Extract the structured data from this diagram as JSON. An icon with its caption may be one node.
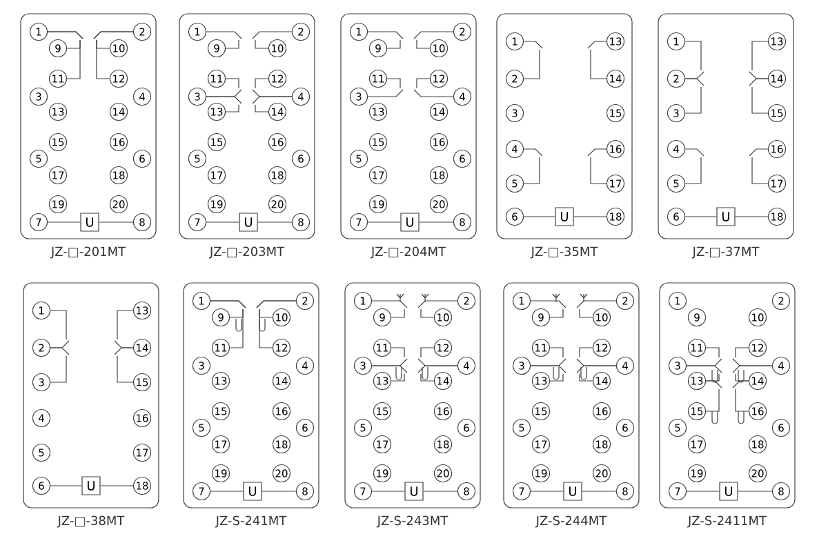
{
  "diagram": {
    "nodes": [
      {
        "text": [
          "JZ-□-201MT"
        ]
      },
      {
        "text": [
          "1"
        ],
        "in": 0
      },
      {
        "text": [
          "2"
        ],
        "in": 0
      },
      {
        "text": [
          "9"
        ],
        "in": 0
      },
      {
        "text": [
          "10"
        ],
        "in": 0
      },
      {
        "text": [
          "11"
        ],
        "in": 0
      },
      {
        "text": [
          "12"
        ],
        "in": 0
      },
      {
        "text": [
          "3"
        ],
        "in": 0
      },
      {
        "text": [
          "4"
        ],
        "in": 0
      },
      {
        "text": [
          "13"
        ],
        "in": 0
      },
      {
        "text": [
          "14"
        ],
        "in": 0
      },
      {
        "text": [
          "15"
        ],
        "in": 0
      },
      {
        "text": [
          "16"
        ],
        "in": 0
      },
      {
        "text": [
          "5"
        ],
        "in": 0
      },
      {
        "text": [
          "6"
        ],
        "in": 0
      },
      {
        "text": [
          "17"
        ],
        "in": 0
      },
      {
        "text": [
          "18"
        ],
        "in": 0
      },
      {
        "text": [
          "19"
        ],
        "in": 0
      },
      {
        "text": [
          "20"
        ],
        "in": 0
      },
      {
        "text": [
          "7"
        ],
        "in": 0
      },
      {
        "text": [
          "U"
        ],
        "in": 0
      },
      {
        "text": [
          "8"
        ],
        "in": 0
      },
      {
        "text": [
          "JZ-□-203MT"
        ]
      },
      {
        "text": [
          "1"
        ],
        "in": 22
      },
      {
        "text": [
          "2"
        ],
        "in": 22
      },
      {
        "text": [
          "9"
        ],
        "in": 22
      },
      {
        "text": [
          "10"
        ],
        "in": 22
      },
      {
        "text": [
          "11"
        ],
        "in": 22
      },
      {
        "text": [
          "12"
        ],
        "in": 22
      },
      {
        "text": [
          "3"
        ],
        "in": 22
      },
      {
        "text": [
          "4"
        ],
        "in": 22
      },
      {
        "text": [
          "13"
        ],
        "in": 22
      },
      {
        "text": [
          "14"
        ],
        "in": 22
      },
      {
        "text": [
          "15"
        ],
        "in": 22
      },
      {
        "text": [
          "16"
        ],
        "in": 22
      },
      {
        "text": [
          "5"
        ],
        "in": 22
      },
      {
        "text": [
          "6"
        ],
        "in": 22
      },
      {
        "text": [
          "17"
        ],
        "in": 22
      },
      {
        "text": [
          "18"
        ],
        "in": 22
      },
      {
        "text": [
          "19"
        ],
        "in": 22
      },
      {
        "text": [
          "20"
        ],
        "in": 22
      },
      {
        "text": [
          "7"
        ],
        "in": 22
      },
      {
        "text": [
          "U"
        ],
        "in": 22
      },
      {
        "text": [
          "8"
        ],
        "in": 22
      },
      {
        "text": [
          "JZ-□-204MT"
        ]
      },
      {
        "text": [
          "1"
        ],
        "in": 44
      },
      {
        "text": [
          "2"
        ],
        "in": 44
      },
      {
        "text": [
          "9"
        ],
        "in": 44
      },
      {
        "text": [
          "10"
        ],
        "in": 44
      },
      {
        "text": [
          "11"
        ],
        "in": 44
      },
      {
        "text": [
          "12"
        ],
        "in": 44
      },
      {
        "text": [
          "3"
        ],
        "in": 44
      },
      {
        "text": [
          "4"
        ],
        "in": 44
      },
      {
        "text": [
          "13"
        ],
        "in": 44
      },
      {
        "text": [
          "14"
        ],
        "in": 44
      },
      {
        "text": [
          "15"
        ],
        "in": 44
      },
      {
        "text": [
          "16"
        ],
        "in": 44
      },
      {
        "text": [
          "5"
        ],
        "in": 44
      },
      {
        "text": [
          "6"
        ],
        "in": 44
      },
      {
        "text": [
          "17"
        ],
        "in": 44
      },
      {
        "text": [
          "18"
        ],
        "in": 44
      },
      {
        "text": [
          "19"
        ],
        "in": 44
      },
      {
        "text": [
          "20"
        ],
        "in": 44
      },
      {
        "text": [
          "7"
        ],
        "in": 44
      },
      {
        "text": [
          "U"
        ],
        "in": 44
      },
      {
        "text": [
          "8"
        ],
        "in": 44
      },
      {
        "text": [
          "JZ-□-35MT"
        ]
      },
      {
        "text": [
          "1"
        ],
        "in": 66
      },
      {
        "text": [
          "13"
        ],
        "in": 66
      },
      {
        "text": [
          "2"
        ],
        "in": 66
      },
      {
        "text": [
          "14"
        ],
        "in": 66
      },
      {
        "text": [
          "3"
        ],
        "in": 66
      },
      {
        "text": [
          "15"
        ],
        "in": 66
      },
      {
        "text": [
          "4"
        ],
        "in": 66
      },
      {
        "text": [
          "16"
        ],
        "in": 66
      },
      {
        "text": [
          "5"
        ],
        "in": 66
      },
      {
        "text": [
          "17"
        ],
        "in": 66
      },
      {
        "text": [
          "6"
        ],
        "in": 66
      },
      {
        "text": [
          "U"
        ],
        "in": 66
      },
      {
        "text": [
          "18"
        ],
        "in": 66
      },
      {
        "text": [
          "JZ-□-37MT"
        ]
      },
      {
        "text": [
          "1"
        ],
        "in": 80
      },
      {
        "text": [
          "13"
        ],
        "in": 80
      },
      {
        "text": [
          "2"
        ],
        "in": 80
      },
      {
        "text": [
          "14"
        ],
        "in": 80
      },
      {
        "text": [
          "3"
        ],
        "in": 80
      },
      {
        "text": [
          "15"
        ],
        "in": 80
      },
      {
        "text": [
          "4"
        ],
        "in": 80
      },
      {
        "text": [
          "16"
        ],
        "in": 80
      },
      {
        "text": [
          "5"
        ],
        "in": 80
      },
      {
        "text": [
          "17"
        ],
        "in": 80
      },
      {
        "text": [
          "6"
        ],
        "in": 80
      },
      {
        "text": [
          "U"
        ],
        "in": 80
      },
      {
        "text": [
          "18"
        ],
        "in": 80
      },
      {
        "text": [
          "JZ-□-38MT"
        ]
      },
      {
        "text": [
          "1"
        ],
        "in": 94
      },
      {
        "text": [
          "13"
        ],
        "in": 94
      },
      {
        "text": [
          "2"
        ],
        "in": 94
      },
      {
        "text": [
          "14"
        ],
        "in": 94
      },
      {
        "text": [
          "3"
        ],
        "in": 94
      },
      {
        "text": [
          "15"
        ],
        "in": 94
      },
      {
        "text": [
          "4"
        ],
        "in": 94
      },
      {
        "text": [
          "16"
        ],
        "in": 94
      },
      {
        "text": [
          "5"
        ],
        "in": 94
      },
      {
        "text": [
          "17"
        ],
        "in": 94
      },
      {
        "text": [
          "6"
        ],
        "in": 94
      },
      {
        "text": [
          "U"
        ],
        "in": 94
      },
      {
        "text": [
          "18"
        ],
        "in": 94
      },
      {
        "text": [
          "JZ-S-241MT"
        ]
      },
      {
        "text": [
          "1"
        ],
        "in": 108
      },
      {
        "text": [
          "2"
        ],
        "in": 108
      },
      {
        "text": [
          "9"
        ],
        "in": 108
      },
      {
        "text": [
          "10"
        ],
        "in": 108
      },
      {
        "text": [
          "11"
        ],
        "in": 108
      },
      {
        "text": [
          "12"
        ],
        "in": 108
      },
      {
        "text": [
          "3"
        ],
        "in": 108
      },
      {
        "text": [
          "4"
        ],
        "in": 108
      },
      {
        "text": [
          "13"
        ],
        "in": 108
      },
      {
        "text": [
          "14"
        ],
        "in": 108
      },
      {
        "text": [
          "15"
        ],
        "in": 108
      },
      {
        "text": [
          "16"
        ],
        "in": 108
      },
      {
        "text": [
          "5"
        ],
        "in": 108
      },
      {
        "text": [
          "6"
        ],
        "in": 108
      },
      {
        "text": [
          "17"
        ],
        "in": 108
      },
      {
        "text": [
          "18"
        ],
        "in": 108
      },
      {
        "text": [
          "19"
        ],
        "in": 108
      },
      {
        "text": [
          "20"
        ],
        "in": 108
      },
      {
        "text": [
          "7"
        ],
        "in": 108
      },
      {
        "text": [
          "U"
        ],
        "in": 108
      },
      {
        "text": [
          "8"
        ],
        "in": 108
      },
      {
        "text": [
          "JZ-S-243MT"
        ]
      },
      {
        "text": [
          "1"
        ],
        "in": 130
      },
      {
        "text": [
          "2"
        ],
        "in": 130
      },
      {
        "text": [
          "9"
        ],
        "in": 130
      },
      {
        "text": [
          "10"
        ],
        "in": 130
      },
      {
        "text": [
          "11"
        ],
        "in": 130
      },
      {
        "text": [
          "12"
        ],
        "in": 130
      },
      {
        "text": [
          "3"
        ],
        "in": 130
      },
      {
        "text": [
          "4"
        ],
        "in": 130
      },
      {
        "text": [
          "13"
        ],
        "in": 130
      },
      {
        "text": [
          "14"
        ],
        "in": 130
      },
      {
        "text": [
          "15"
        ],
        "in": 130
      },
      {
        "text": [
          "16"
        ],
        "in": 130
      },
      {
        "text": [
          "5"
        ],
        "in": 130
      },
      {
        "text": [
          "6"
        ],
        "in": 130
      },
      {
        "text": [
          "17"
        ],
        "in": 130
      },
      {
        "text": [
          "18"
        ],
        "in": 130
      },
      {
        "text": [
          "19"
        ],
        "in": 130
      },
      {
        "text": [
          "20"
        ],
        "in": 130
      },
      {
        "text": [
          "7"
        ],
        "in": 130
      },
      {
        "text": [
          "U"
        ],
        "in": 130
      },
      {
        "text": [
          "8"
        ],
        "in": 130
      },
      {
        "text": [
          "JZ-S-244MT"
        ]
      },
      {
        "text": [
          "1"
        ],
        "in": 152
      },
      {
        "text": [
          "2"
        ],
        "in": 152
      },
      {
        "text": [
          "9"
        ],
        "in": 152
      },
      {
        "text": [
          "10"
        ],
        "in": 152
      },
      {
        "text": [
          "11"
        ],
        "in": 152
      },
      {
        "text": [
          "12"
        ],
        "in": 152
      },
      {
        "text": [
          "3"
        ],
        "in": 152
      },
      {
        "text": [
          "4"
        ],
        "in": 152
      },
      {
        "text": [
          "13"
        ],
        "in": 152
      },
      {
        "text": [
          "14"
        ],
        "in": 152
      },
      {
        "text": [
          "15"
        ],
        "in": 152
      },
      {
        "text": [
          "16"
        ],
        "in": 152
      },
      {
        "text": [
          "5"
        ],
        "in": 152
      },
      {
        "text": [
          "6"
        ],
        "in": 152
      },
      {
        "text": [
          "17"
        ],
        "in": 152
      },
      {
        "text": [
          "18"
        ],
        "in": 152
      },
      {
        "text": [
          "19"
        ],
        "in": 152
      },
      {
        "text": [
          "20"
        ],
        "in": 152
      },
      {
        "text": [
          "7"
        ],
        "in": 152
      },
      {
        "text": [
          "U"
        ],
        "in": 152
      },
      {
        "text": [
          "8"
        ],
        "in": 152
      },
      {
        "text": [
          "JZ-S-2411MT"
        ]
      },
      {
        "text": [
          "1"
        ],
        "in": 174
      },
      {
        "text": [
          "2"
        ],
        "in": 174
      },
      {
        "text": [
          "9"
        ],
        "in": 174
      },
      {
        "text": [
          "10"
        ],
        "in": 174
      },
      {
        "text": [
          "11"
        ],
        "in": 174
      },
      {
        "text": [
          "12"
        ],
        "in": 174
      },
      {
        "text": [
          "3"
        ],
        "in": 174
      },
      {
        "text": [
          "4"
        ],
        "in": 174
      },
      {
        "text": [
          "13"
        ],
        "in": 174
      },
      {
        "text": [
          "14"
        ],
        "in": 174
      },
      {
        "text": [
          "15"
        ],
        "in": 174
      },
      {
        "text": [
          "16"
        ],
        "in": 174
      },
      {
        "text": [
          "5"
        ],
        "in": 174
      },
      {
        "text": [
          "6"
        ],
        "in": 174
      },
      {
        "text": [
          "17"
        ],
        "in": 174
      },
      {
        "text": [
          "18"
        ],
        "in": 174
      },
      {
        "text": [
          "19"
        ],
        "in": 174
      },
      {
        "text": [
          "20"
        ],
        "in": 174
      },
      {
        "text": [
          "7"
        ],
        "in": 174
      },
      {
        "text": [
          "U"
        ],
        "in": 174
      },
      {
        "text": [
          "8"
        ],
        "in": 174
      }
    ],
    "edges": [
      {
        "from": 19,
        "to": 20,
        "arrow": "none"
      },
      {
        "from": 20,
        "to": 21,
        "arrow": "none"
      },
      {
        "from": 1,
        "to": 3,
        "arrow": "none"
      },
      {
        "from": 1,
        "to": 5,
        "arrow": "none"
      },
      {
        "from": 2,
        "to": 4,
        "arrow": "none"
      },
      {
        "from": 2,
        "to": 6,
        "arrow": "none"
      },
      {
        "from": 41,
        "to": 42,
        "arrow": "none"
      },
      {
        "from": 42,
        "to": 43,
        "arrow": "none"
      },
      {
        "from": 23,
        "to": 25,
        "arrow": "none"
      },
      {
        "from": 24,
        "to": 26,
        "arrow": "none"
      },
      {
        "from": 29,
        "to": 27,
        "arrow": "none"
      },
      {
        "from": 29,
        "to": 31,
        "arrow": "none"
      },
      {
        "from": 30,
        "to": 28,
        "arrow": "none"
      },
      {
        "from": 30,
        "to": 32,
        "arrow": "none"
      },
      {
        "from": 63,
        "to": 64,
        "arrow": "none"
      },
      {
        "from": 64,
        "to": 65,
        "arrow": "none"
      },
      {
        "from": 45,
        "to": 47,
        "arrow": "none"
      },
      {
        "from": 46,
        "to": 48,
        "arrow": "none"
      },
      {
        "from": 51,
        "to": 49,
        "arrow": "none"
      },
      {
        "from": 52,
        "to": 50,
        "arrow": "none"
      },
      {
        "from": 77,
        "to": 78,
        "arrow": "none"
      },
      {
        "from": 78,
        "to": 79,
        "arrow": "none"
      },
      {
        "from": 67,
        "to": 69,
        "arrow": "none"
      },
      {
        "from": 73,
        "to": 75,
        "arrow": "none"
      },
      {
        "from": 68,
        "to": 70,
        "arrow": "none"
      },
      {
        "from": 74,
        "to": 76,
        "arrow": "none"
      },
      {
        "from": 91,
        "to": 92,
        "arrow": "none"
      },
      {
        "from": 92,
        "to": 93,
        "arrow": "none"
      },
      {
        "from": 83,
        "to": 81,
        "arrow": "none"
      },
      {
        "from": 83,
        "to": 85,
        "arrow": "none"
      },
      {
        "from": 84,
        "to": 82,
        "arrow": "none"
      },
      {
        "from": 84,
        "to": 86,
        "arrow": "none"
      },
      {
        "from": 87,
        "to": 89,
        "arrow": "none"
      },
      {
        "from": 88,
        "to": 90,
        "arrow": "none"
      },
      {
        "from": 105,
        "to": 106,
        "arrow": "none"
      },
      {
        "from": 106,
        "to": 107,
        "arrow": "none"
      },
      {
        "from": 97,
        "to": 95,
        "arrow": "none"
      },
      {
        "from": 97,
        "to": 99,
        "arrow": "none"
      },
      {
        "from": 98,
        "to": 96,
        "arrow": "none"
      },
      {
        "from": 98,
        "to": 100,
        "arrow": "none"
      },
      {
        "from": 127,
        "to": 128,
        "arrow": "none"
      },
      {
        "from": 128,
        "to": 129,
        "arrow": "none"
      },
      {
        "from": 109,
        "to": 111,
        "arrow": "none"
      },
      {
        "from": 109,
        "to": 113,
        "arrow": "none"
      },
      {
        "from": 110,
        "to": 112,
        "arrow": "none"
      },
      {
        "from": 110,
        "to": 114,
        "arrow": "none"
      },
      {
        "from": 149,
        "to": 150,
        "arrow": "none"
      },
      {
        "from": 150,
        "to": 151,
        "arrow": "none"
      },
      {
        "from": 131,
        "to": 133,
        "arrow": "none"
      },
      {
        "from": 132,
        "to": 134,
        "arrow": "none"
      },
      {
        "from": 137,
        "to": 135,
        "arrow": "none"
      },
      {
        "from": 137,
        "to": 139,
        "arrow": "none"
      },
      {
        "from": 138,
        "to": 136,
        "arrow": "none"
      },
      {
        "from": 138,
        "to": 140,
        "arrow": "none"
      },
      {
        "from": 171,
        "to": 172,
        "arrow": "none"
      },
      {
        "from": 172,
        "to": 173,
        "arrow": "none"
      },
      {
        "from": 153,
        "to": 155,
        "arrow": "none"
      },
      {
        "from": 154,
        "to": 156,
        "arrow": "none"
      },
      {
        "from": 159,
        "to": 157,
        "arrow": "none"
      },
      {
        "from": 159,
        "to": 161,
        "arrow": "none"
      },
      {
        "from": 160,
        "to": 158,
        "arrow": "none"
      },
      {
        "from": 160,
        "to": 162,
        "arrow": "none"
      },
      {
        "from": 193,
        "to": 194,
        "arrow": "none"
      },
      {
        "from": 194,
        "to": 195,
        "arrow": "none"
      },
      {
        "from": 181,
        "to": 179,
        "arrow": "none"
      },
      {
        "from": 181,
        "to": 183,
        "arrow": "none"
      },
      {
        "from": 183,
        "to": 185,
        "arrow": "none"
      },
      {
        "from": 182,
        "to": 180,
        "arrow": "none"
      },
      {
        "from": 182,
        "to": 184,
        "arrow": "none"
      },
      {
        "from": 184,
        "to": 186,
        "arrow": "none"
      }
    ]
  }
}
